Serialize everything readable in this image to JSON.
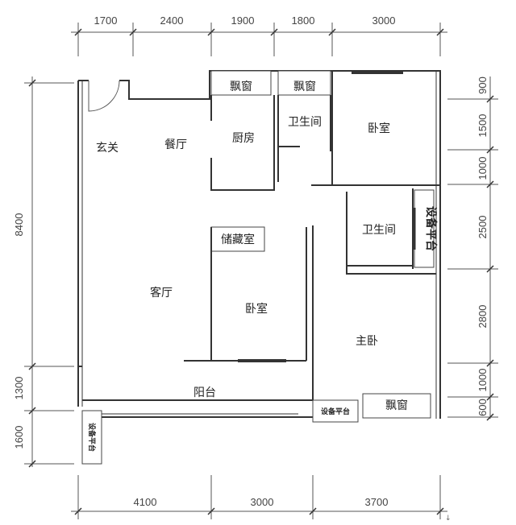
{
  "top_dimensions": [
    "1700",
    "2400",
    "1900",
    "1800",
    "3000"
  ],
  "bottom_dimensions": [
    "4100",
    "3000",
    "3700"
  ],
  "left_dimensions": [
    "8400",
    "1300",
    "1600"
  ],
  "right_dimensions": [
    "900",
    "1500",
    "1000",
    "2500",
    "2800",
    "1000",
    "600"
  ],
  "rooms": {
    "entrance": "玄关",
    "dining": "餐厅",
    "kitchen": "厨房",
    "bay_window_kitchen": "飘窗",
    "bay_window_bath": "飘窗",
    "bathroom_1": "卫生间",
    "bedroom_1": "卧室",
    "bathroom_2": "卫生间",
    "equipment_platform_right": "设备平台",
    "storage": "储藏室",
    "living": "客厅",
    "bedroom_2": "卧室",
    "master_bedroom": "主卧",
    "balcony": "阳台",
    "equipment_platform_bottom": "设备平台",
    "bay_window_master": "飘窗",
    "equipment_platform_left": "设备平台"
  }
}
